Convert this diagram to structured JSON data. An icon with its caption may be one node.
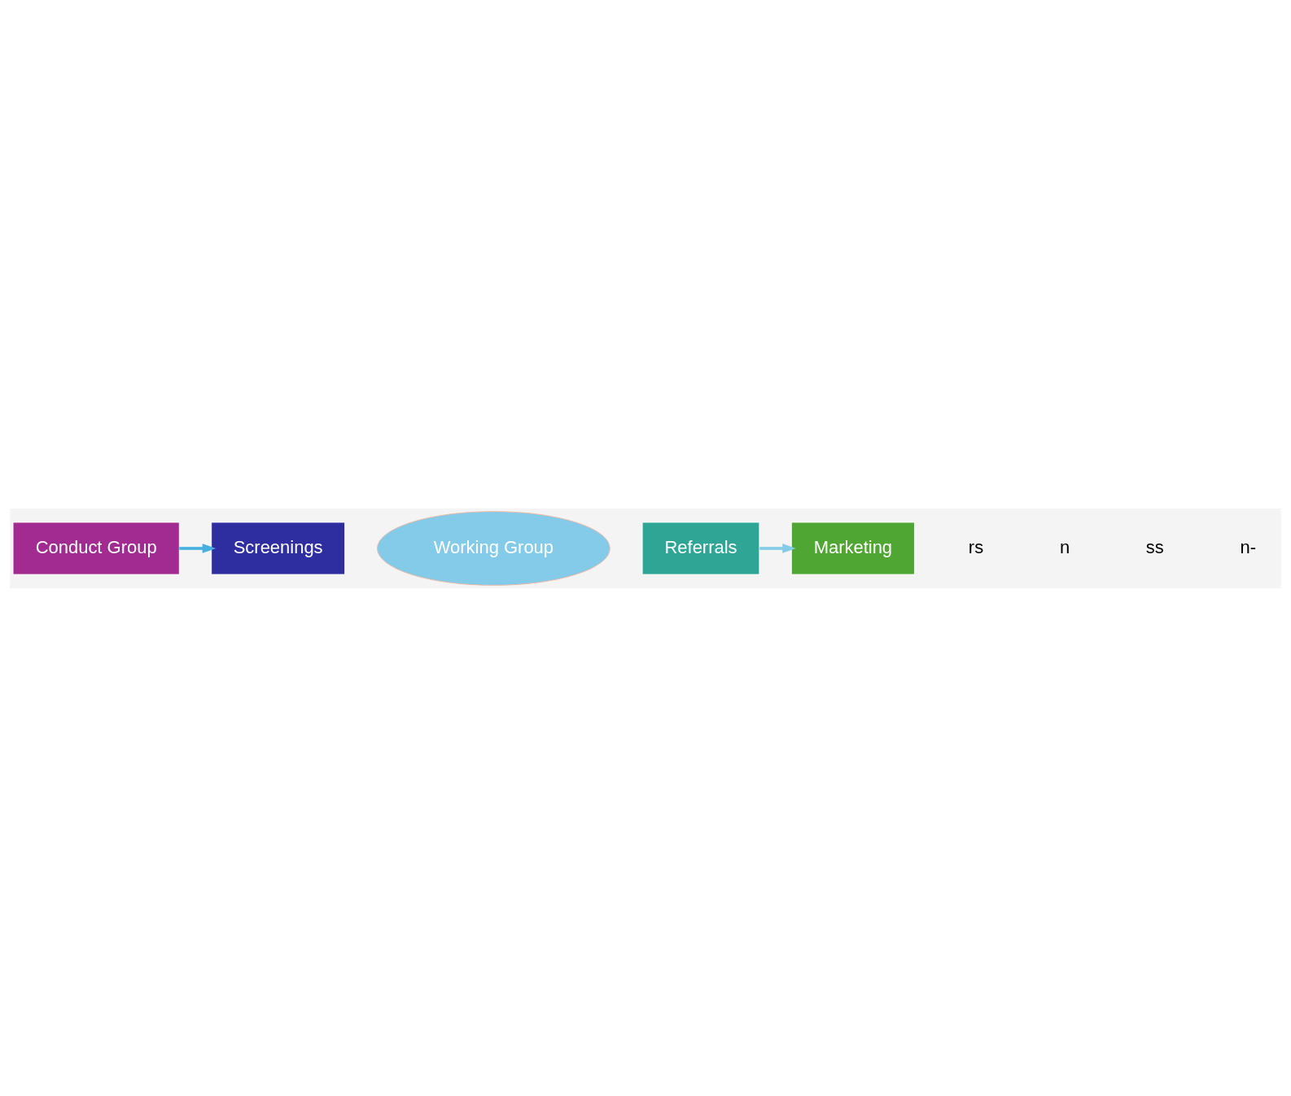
{
  "diagram": {
    "nodes": [
      {
        "text": [
          "Conduct Group"
        ]
      },
      {
        "text": [
          "Screenings"
        ]
      },
      {
        "text": [
          "Working Group"
        ]
      },
      {
        "text": [
          "Marketing"
        ]
      },
      {
        "text": [
          "Referrals"
        ]
      }
    ],
    "edges": [
      {
        "from": 0,
        "to": 1,
        "arrow": "to",
        "color": "#48b0e0"
      },
      {
        "from": 4,
        "to": 3,
        "arrow": "to",
        "color": "#84cbea"
      }
    ],
    "labels": [
      "rs",
      "n",
      "ss",
      "n-"
    ]
  }
}
